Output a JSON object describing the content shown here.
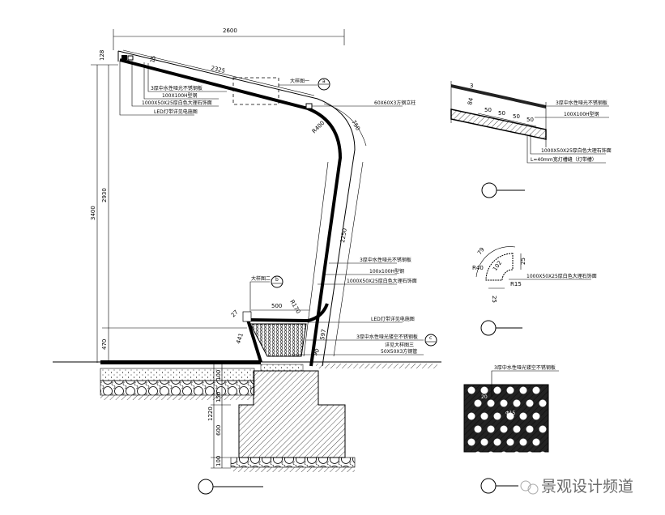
{
  "dimensions": {
    "overall_width": "2600",
    "arm_length": "2325",
    "arm_thickness": "128",
    "arm_offset": "15",
    "total_height": "3400",
    "upper_height": "2930",
    "lower_height": "470",
    "arc_length": "750",
    "bend_radius": "R400",
    "column_length": "2250",
    "bench_width": "500",
    "bench_radius": "R170",
    "bench_side": "441",
    "bench_inner": "597",
    "bench_angle": "27",
    "base_angle": "90",
    "found_total": "1220",
    "found_600": "600",
    "found_100": "100",
    "found_150": "150",
    "found_top": "100"
  },
  "labels": {
    "steel_plate": "3厚中水性哑光不锈钢板",
    "h_beam": "100X100H型钢",
    "marble": "1000X50X25厚白色大理石饰面",
    "led": "LED灯带详见电施图",
    "detail_ref_a": "大样图一",
    "square_tube": "60X60X3方钢立柱",
    "h_beam_2": "100x100H型钢",
    "detail_ref_b": "大样图二",
    "led_2": "LED灯带详见电施图",
    "perforated": "3厚中水性哑光镂空不锈钢板",
    "perforated_ref": "详见大样图三",
    "square_tube_2": "50X50X3方钢管",
    "callout_a": "a",
    "callout_b": "b",
    "callout_c": "c"
  },
  "detail1": {
    "thickness": "84",
    "top": "3",
    "spacing": [
      "50",
      "50",
      "50",
      "50"
    ],
    "steel_plate": "3厚中水性哑光不锈钢板",
    "h_beam": "100X100H型钢",
    "marble": "1000X50X25厚白色大理石饰面",
    "led_slot": "L=40mm宽灯槽缝（灯带槽）"
  },
  "detail2": {
    "r_outer": "R40",
    "r_inner": "R15",
    "arc": "79",
    "inner_arc": "102",
    "h": "25",
    "w": "25",
    "marble": "1000X50X25厚白色大理石饰面"
  },
  "detail3": {
    "label": "3厚中水性哑光镂空不锈钢板",
    "spacing": "20",
    "hole": "Φ15"
  },
  "watermark": "景观设计频道"
}
